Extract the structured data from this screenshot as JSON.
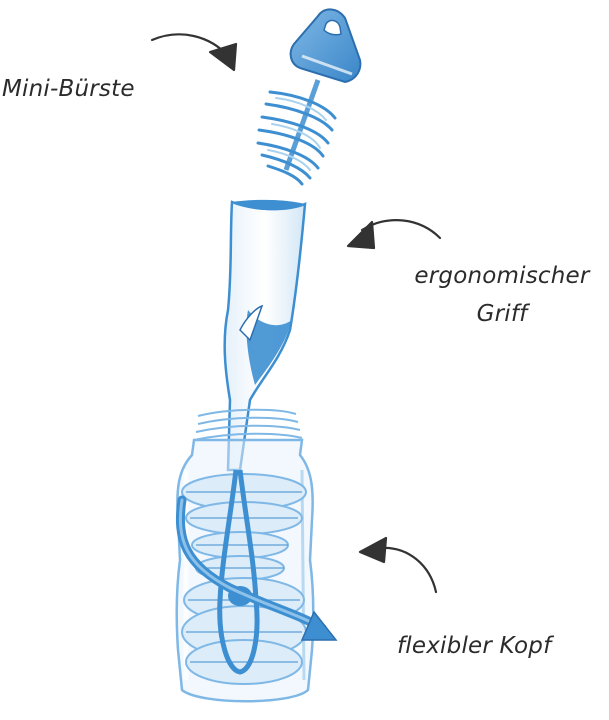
{
  "labels": {
    "mini_brush": "Mini-Bürste",
    "grip_line1": "ergonomischer",
    "grip_line2": "Griff",
    "flexible_head": "flexibler Kopf"
  },
  "colors": {
    "accent_blue": "#3d8fd1",
    "light_blue": "#a9d2ef",
    "pale_blue": "#dcecf8",
    "arrow_dark": "#333333"
  },
  "icons": {
    "annotation_arrow": "curved-arrow-icon",
    "motion_arrow": "twist-arrow-icon"
  }
}
